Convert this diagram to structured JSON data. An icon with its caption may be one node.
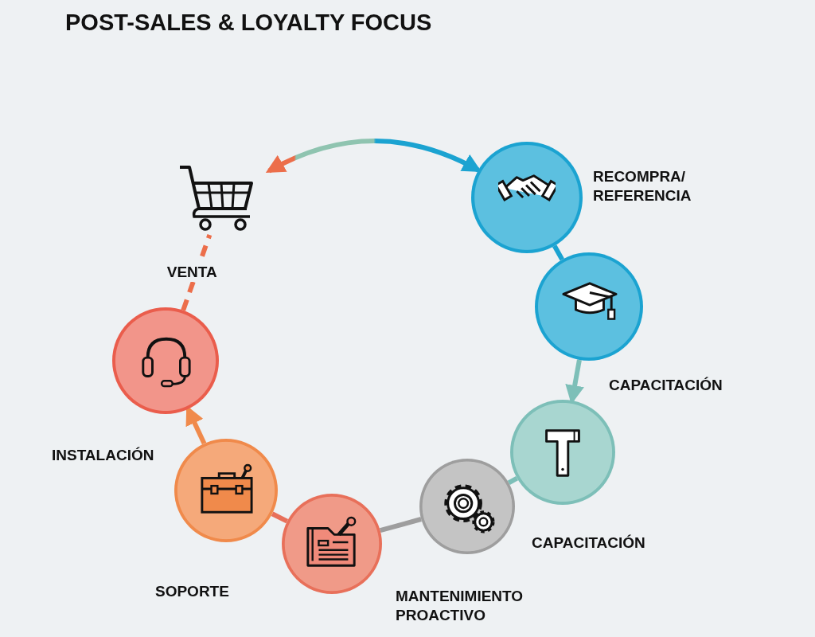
{
  "diagram": {
    "title": "POST-SALES & LOYALTY FOCUS",
    "nodes": [
      {
        "text": [],
        "shape": "picture"
      },
      {
        "text": [],
        "shape": "circle",
        "beside": [
          "RECOMPRA/ REFERENCIA"
        ]
      },
      {
        "text": [],
        "shape": "circle",
        "beside": [
          "CAPACITACIÓN"
        ]
      },
      {
        "text": [],
        "shape": "circle"
      },
      {
        "text": [],
        "shape": "circle"
      },
      {
        "text": [],
        "shape": "circle"
      },
      {
        "text": [],
        "shape": "circle"
      },
      {
        "text": [],
        "shape": "circle"
      }
    ],
    "edges": [
      {
        "from": 0,
        "to": 1,
        "arrow": "both"
      },
      {
        "from": 1,
        "to": 2,
        "arrow": "none",
        "color": "#1ba3d1"
      },
      {
        "from": 2,
        "to": 3,
        "arrow": "to",
        "color": "#7dbfb8"
      },
      {
        "from": 3,
        "to": 4,
        "arrow": "none",
        "color": "#7dbfb8"
      },
      {
        "from": 4,
        "to": 5,
        "arrow": "none",
        "color": "#9e9e9e"
      },
      {
        "from": 5,
        "to": 6,
        "arrow": "none",
        "color": "#e8705a"
      },
      {
        "from": 6,
        "to": 7,
        "arrow": "to",
        "color": "#f08a4b"
      },
      {
        "from": 7,
        "to": 0,
        "arrow": "none",
        "style": "dashed",
        "color": "#ec6e4a",
        "label": "VENTA"
      }
    ],
    "labels": [
      "INSTALACIÓN",
      "CAPACITACIÓN",
      "SOPORTE",
      "MANTENIMIENTO PROACTIVO"
    ]
  }
}
